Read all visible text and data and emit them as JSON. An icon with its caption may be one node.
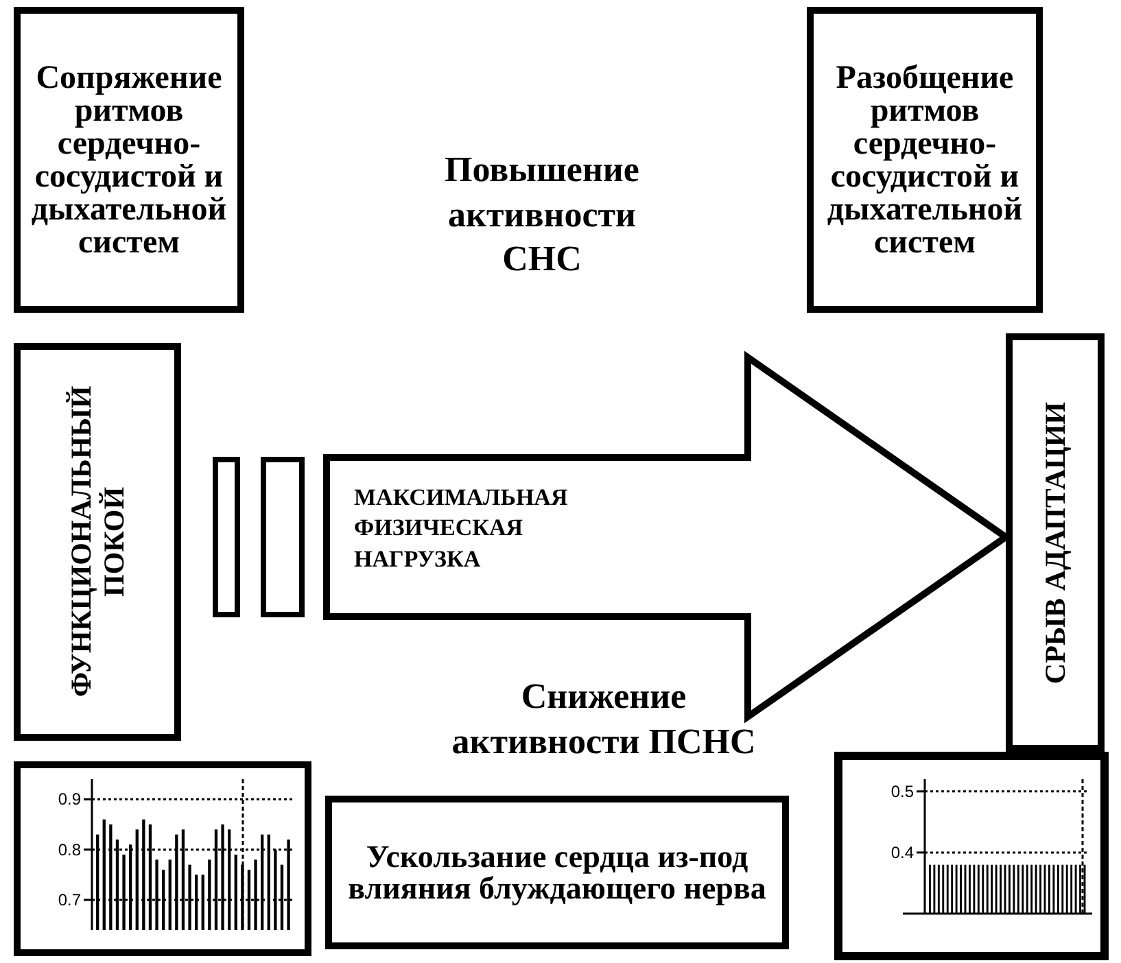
{
  "diagram": {
    "nodes": [
      {
        "text": [
          "Сопряжение ритмов сердечно-сосудистой и дыхательной систем"
        ]
      },
      {
        "text": [
          "Разобщение ритмов сердечно-сосудистой и дыхательной систем"
        ]
      },
      {
        "text": [
          "ФУНКЦИОНАЛЬНЫЙ ПОКОЙ"
        ]
      },
      {
        "text": [],
        "shape": "bar"
      },
      {
        "text": [],
        "shape": "bar"
      },
      {
        "text": [
          "СРЫВ АДАПТАЦИИ"
        ]
      },
      {
        "text": [
          "Ускользание сердца из-под влияния блуждающего нерва"
        ]
      }
    ],
    "edges": [
      {
        "from": 4,
        "to": 5,
        "arrow": "to",
        "label": "МАКСИМАЛЬНАЯ ФИЗИЧЕСКАЯ НАГРУЗКА"
      }
    ],
    "labels": [
      "Повышение активности СНС",
      "Снижение активности ПСНС"
    ],
    "chart_data": [
      {
        "type": "bar",
        "grid": true,
        "ylim": [
          0.64,
          0.94
        ],
        "yticks": [
          0.7,
          0.8,
          0.9
        ],
        "values": [
          0.83,
          0.86,
          0.85,
          0.82,
          0.79,
          0.81,
          0.84,
          0.86,
          0.85,
          0.78,
          0.76,
          0.78,
          0.83,
          0.84,
          0.77,
          0.75,
          0.75,
          0.78,
          0.84,
          0.85,
          0.84,
          0.79,
          0.77,
          0.76,
          0.78,
          0.83,
          0.83,
          0.8,
          0.77,
          0.82
        ]
      },
      {
        "type": "bar",
        "grid": true,
        "ylim": [
          0.3,
          0.52
        ],
        "yticks": [
          0.4,
          0.5
        ],
        "values": [
          0.38,
          0.38,
          0.38,
          0.38,
          0.38,
          0.38,
          0.38,
          0.38,
          0.38,
          0.38,
          0.38,
          0.38,
          0.38,
          0.38,
          0.38,
          0.38,
          0.38,
          0.38,
          0.38,
          0.38,
          0.38,
          0.38,
          0.38,
          0.38,
          0.38,
          0.38,
          0.38,
          0.38,
          0.38,
          0.38,
          0.38,
          0.38,
          0.38,
          0.38,
          0.38,
          0.38
        ]
      }
    ]
  }
}
